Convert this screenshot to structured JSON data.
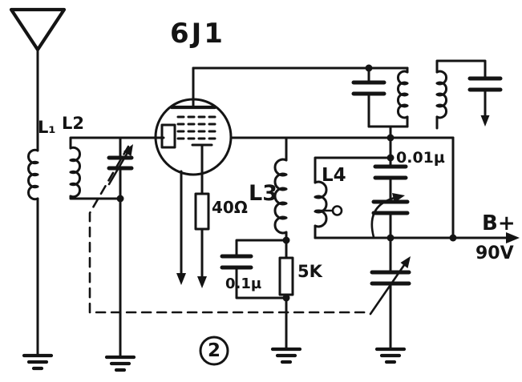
{
  "figure": {
    "number": "2"
  },
  "colors": {
    "ink": "#141414",
    "paper": "#ffffff"
  },
  "labels": {
    "tube_type": "6J1",
    "coil_l1": "L₁",
    "coil_l2": "L2",
    "coil_l3": "L3",
    "coil_l4": "L4",
    "cathode_resistor": "40Ω",
    "bypass_cap": "0.1µ",
    "bias_resistor": "5K",
    "coupling_cap": "0.01µ",
    "supply_rail": "B+",
    "supply_voltage": "90V"
  },
  "components": [
    {
      "name": "antenna"
    },
    {
      "name": "coil-l1",
      "label": "L₁"
    },
    {
      "name": "coil-l2",
      "label": "L2"
    },
    {
      "name": "variable-capacitor-antenna",
      "variable": true
    },
    {
      "name": "tube-6j1",
      "label": "6J1"
    },
    {
      "name": "cathode-resistor",
      "label": "40Ω"
    },
    {
      "name": "coil-l3",
      "label": "L3"
    },
    {
      "name": "coil-l4",
      "label": "L4",
      "tap": true
    },
    {
      "name": "bypass-capacitor",
      "label": "0.1µ"
    },
    {
      "name": "bias-resistor",
      "label": "5K"
    },
    {
      "name": "coupling-capacitor",
      "label": "0.01µ"
    },
    {
      "name": "variable-capacitor-regen",
      "variable": true
    },
    {
      "name": "variable-capacitor-tuning",
      "variable": true
    },
    {
      "name": "if-transformer-primary-tank"
    },
    {
      "name": "if-transformer-secondary-tank"
    },
    {
      "name": "supply-rail",
      "label": "B+",
      "voltage": "90V"
    },
    {
      "name": "ground-symbol",
      "count": 4
    },
    {
      "name": "gang-linkage",
      "style": "dashed"
    }
  ]
}
